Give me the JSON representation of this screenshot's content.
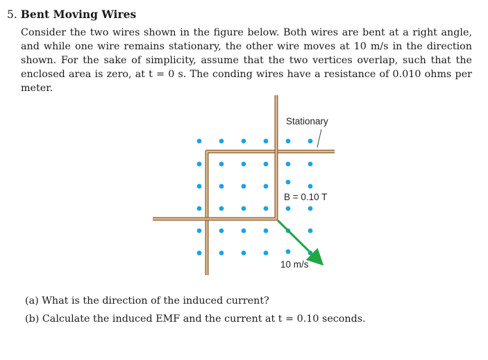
{
  "problem": {
    "number": "5.",
    "title": "Bent Moving Wires",
    "text": "Consider the two wires shown in the figure below. Both wires are bent at a right angle, and while one wire remains stationary, the other wire moves at 10 m/s in the direction shown. For the sake of simplicity, assume that the two vertices overlap, such that the enclosed area is zero, at t = 0 s. The conding wires have a resistance of 0.010 ohms per meter."
  },
  "figure": {
    "stationary_label": "Stationary",
    "field_label": "B = 0.10 T",
    "velocity_label": "10 m/s",
    "dot_color": "#1aa3e6",
    "wire_color": "#c89a6c",
    "arrow_color": "#22a644"
  },
  "questions": [
    {
      "label": "(a)",
      "text": "What is the direction of the induced current?"
    },
    {
      "label": "(b)",
      "text": "Calculate the induced EMF and the current at t = 0.10 seconds."
    }
  ]
}
